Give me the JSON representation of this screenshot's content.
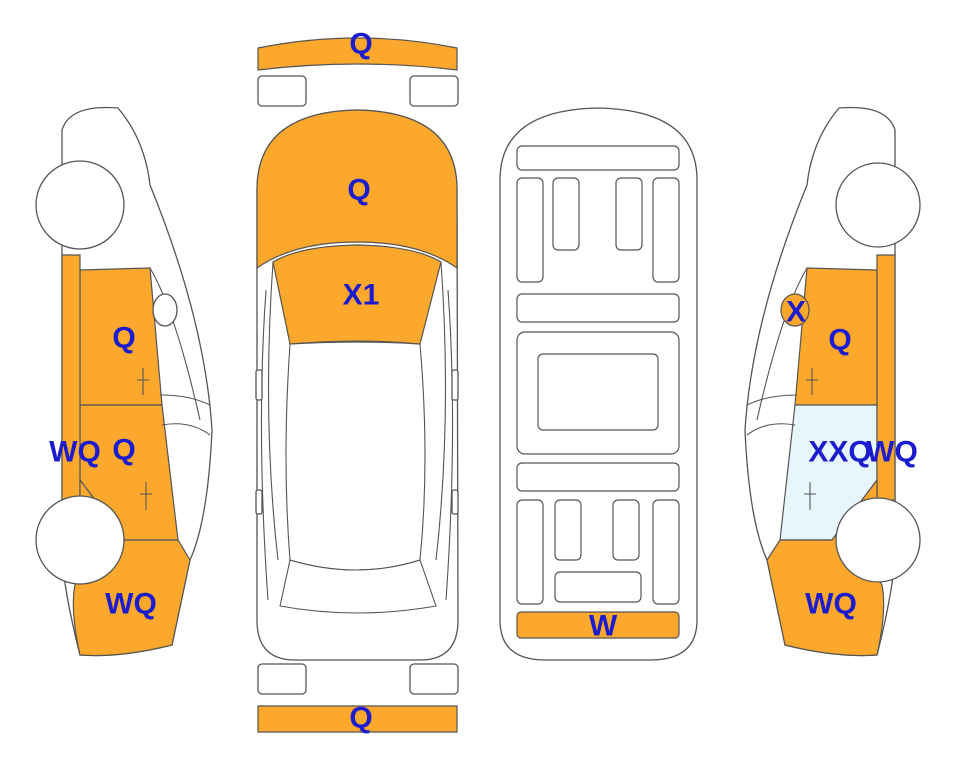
{
  "colors": {
    "damage": "#FBA82C",
    "glass_marked": "#E6F6FC",
    "label": "#1C1CCF",
    "outline": "#555555"
  },
  "labels": {
    "front_bumper": "Q",
    "hood": "Q",
    "windshield": "X1",
    "rear_bumper": "Q",
    "rear_panel": "W",
    "left_front_door": "Q",
    "left_rear_door": "Q",
    "left_rocker": "WQ",
    "left_rear_fender": "WQ",
    "right_mirror": "X",
    "right_front_door": "Q",
    "right_rear_door": "XXQ",
    "right_rocker": "WQ",
    "right_rear_fender": "WQ"
  }
}
